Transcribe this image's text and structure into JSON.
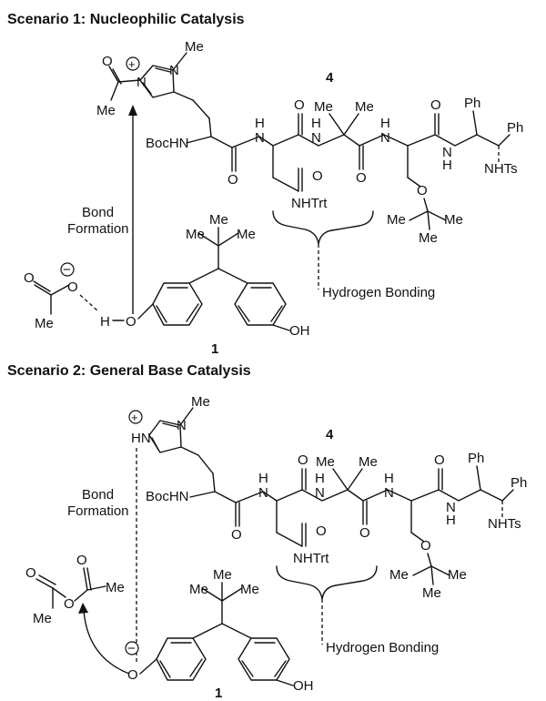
{
  "scenario1": {
    "title": "Scenario 1: Nucleophilic Catalysis",
    "compound_catalyst": "4",
    "compound_substrate": "1",
    "bond_formation": [
      "Bond",
      "Formation"
    ],
    "hydrogen_bonding": "Hydrogen Bonding"
  },
  "scenario2": {
    "title": "Scenario 2: General Base Catalysis",
    "compound_catalyst": "4",
    "compound_substrate": "1",
    "bond_formation": [
      "Bond",
      "Formation"
    ],
    "hydrogen_bonding": "Hydrogen Bonding"
  },
  "atoms": {
    "me": "Me",
    "n": "N",
    "h": "H",
    "o": "O",
    "hn": "HN",
    "bochn": "BocHN",
    "nhtrt": "NHTrt",
    "nhts": "NHTs",
    "ph": "Ph",
    "oh": "OH",
    "plus": "+",
    "minus": "−"
  }
}
